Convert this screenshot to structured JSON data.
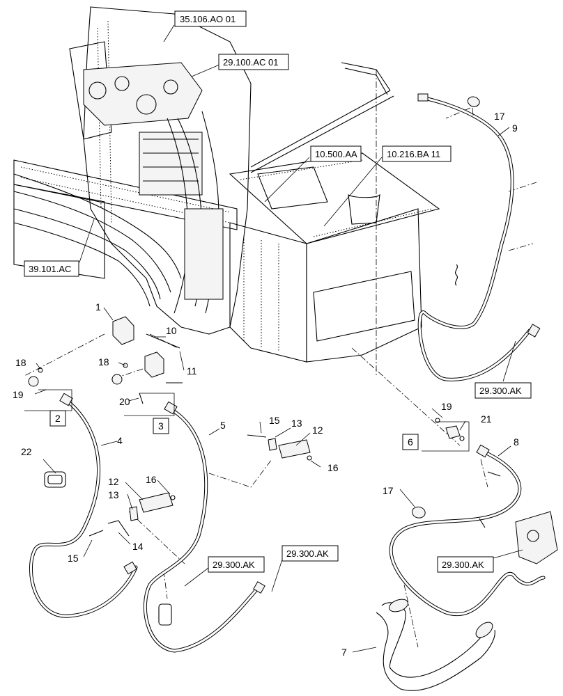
{
  "callouts": {
    "part_numbers": [
      "1",
      "10",
      "11",
      "18",
      "19",
      "18",
      "20",
      "2",
      "3",
      "4",
      "5",
      "15",
      "13",
      "12",
      "16",
      "22",
      "12",
      "16",
      "13",
      "14",
      "15",
      "17",
      "9",
      "19",
      "21",
      "6",
      "8",
      "17",
      "7"
    ],
    "reference_boxes": [
      "35.106.AO 01",
      "29.100.AC 01",
      "10.500.AA",
      "10.216.BA 11",
      "39.101.AC",
      "29.300.AK",
      "29.300.AK",
      "29.300.AK",
      "29.300.AK"
    ]
  },
  "group_boxes": [
    "2",
    "3",
    "6"
  ]
}
